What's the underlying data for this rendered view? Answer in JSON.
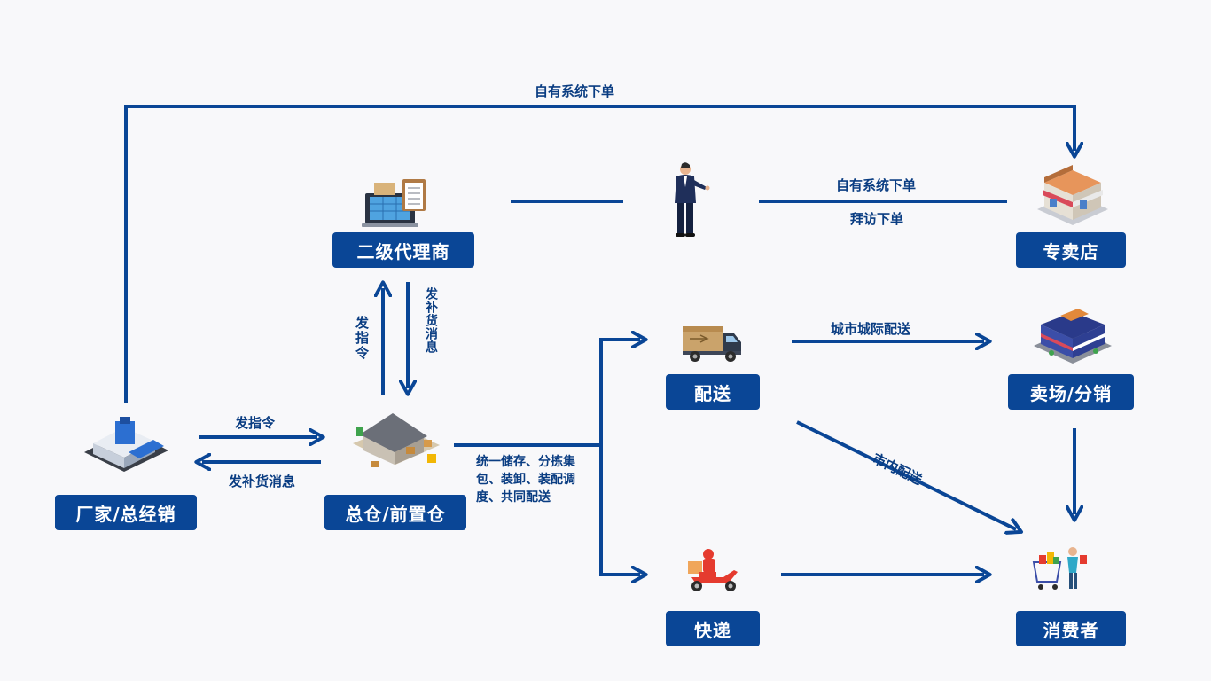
{
  "nodes": {
    "manufacturer": "厂家/总经销",
    "warehouse": "总仓/前置仓",
    "agent": "二级代理商",
    "delivery": "配送",
    "express": "快递",
    "store": "专卖店",
    "mall": "卖场/分销",
    "consumer": "消费者"
  },
  "edges": {
    "top_order": "自有系统下单",
    "self_order": "自有系统下单",
    "visit_order": "拜访下单",
    "send_cmd": "发指令",
    "send_restock": "发补货消息",
    "up_cmd": "发指令",
    "down_restock": "发补货消息",
    "warehouse_services": "统一储存、分拣集包、装卸、装配调度、共同配送",
    "city_intercity": "城市城际配送",
    "in_city": "市内配送"
  },
  "icons": {
    "manufacturer": "factory-icon",
    "warehouse": "warehouse-icon",
    "agent": "laptop-icon",
    "salesman": "salesman-icon",
    "delivery": "truck-icon",
    "express": "scooter-icon",
    "store": "storefront-icon",
    "mall": "mall-icon",
    "consumer": "shopper-icon"
  },
  "colors": {
    "primary": "#0a4696",
    "background": "#f8f8fa"
  }
}
